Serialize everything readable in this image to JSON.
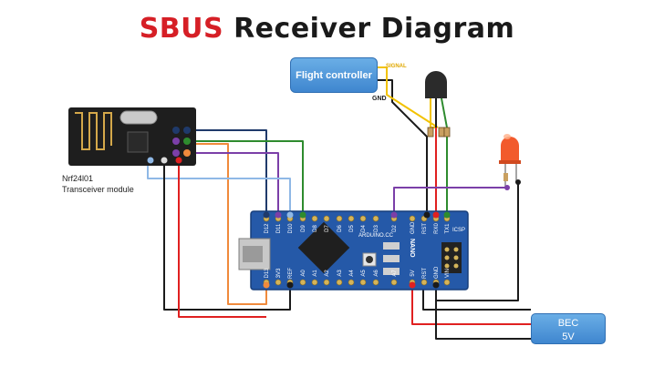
{
  "title": {
    "accent": "SBUS",
    "rest": " Receiver Diagram"
  },
  "flight_controller": {
    "label": "Flight controller"
  },
  "wires": {
    "signal": "SIGNAL",
    "gnd": "GND"
  },
  "transceiver": {
    "name": "Nrf24l01",
    "desc": "Transceiver module"
  },
  "bec": {
    "line1": "BEC",
    "line2": "5V"
  },
  "arduino": {
    "brand": "ARDUINO.CC",
    "model": "NANO",
    "top_pins": [
      "D12",
      "D11",
      "D10",
      "D9",
      "D8",
      "D7",
      "D6",
      "D5",
      "D4",
      "D3",
      "D2",
      "GND",
      "RST",
      "RX0",
      "TX1"
    ],
    "bottom_pins": [
      "D13",
      "3V3",
      "REF",
      "A0",
      "A1",
      "A2",
      "A3",
      "A4",
      "A5",
      "A6",
      "A7",
      "5V",
      "RST",
      "GND",
      "VIN"
    ],
    "icsp": "ICSP"
  },
  "colors": {
    "accent": "#d61f26",
    "wire_black": "#1b1b1b",
    "wire_red": "#e02020",
    "wire_green": "#2e8b2e",
    "wire_purple": "#7b3fa8",
    "wire_orange": "#f08a3c",
    "wire_navy": "#1f3a6b",
    "wire_lightblue": "#8fb8e6",
    "wire_yellow": "#f2c200",
    "board_blue": "#2559a8"
  }
}
